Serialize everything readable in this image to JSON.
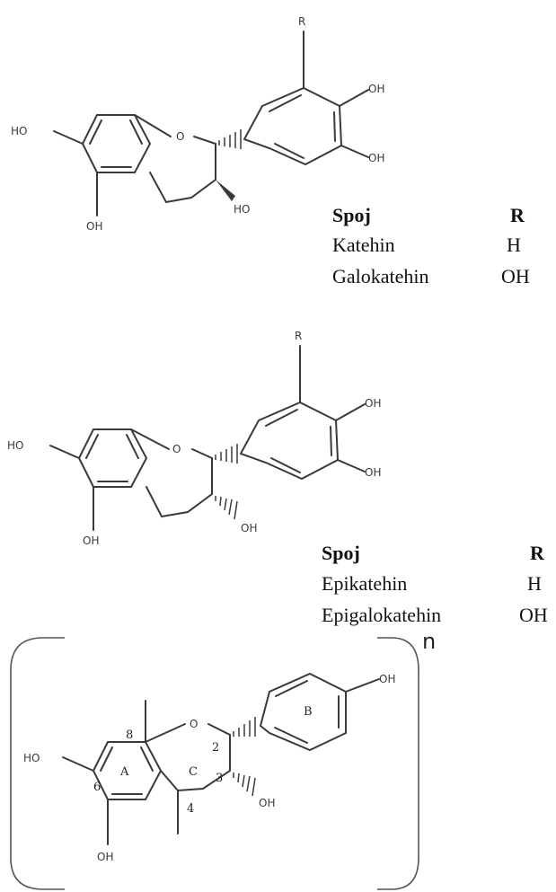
{
  "structure_1": {
    "substituents": {
      "r": "R",
      "oh_top": "OH",
      "oh_right": "OH",
      "oh_left": "HO",
      "oh_bottom": "OH",
      "oh_3": "HO",
      "o_ring": "O"
    },
    "table": {
      "head_compound": "Spoj",
      "head_r": "R",
      "rows": [
        {
          "name": "Katehin",
          "r": "H"
        },
        {
          "name": "Galokatehin",
          "r": "OH"
        }
      ]
    }
  },
  "structure_2": {
    "substituents": {
      "r": "R",
      "oh_top": "OH",
      "oh_right": "OH",
      "oh_left": "HO",
      "oh_bottom": "OH",
      "oh_3": "OH",
      "o_ring": "O"
    },
    "table": {
      "head_compound": "Spoj",
      "head_r": "R",
      "rows": [
        {
          "name": "Epikatehin",
          "r": "H"
        },
        {
          "name": "Epigalokatehin",
          "r": "OH"
        }
      ]
    }
  },
  "structure_3": {
    "substituents": {
      "oh_left": "HO",
      "oh_bottom": "OH",
      "oh_3": "OH",
      "oh_b": "OH",
      "o_ring": "O"
    },
    "ring_labels": {
      "a": "A",
      "b": "B",
      "c": "C"
    },
    "positions": {
      "p2": "2",
      "p3": "3",
      "p4": "4",
      "p6": "6",
      "p8": "8"
    },
    "repeat_subscript": "n"
  }
}
